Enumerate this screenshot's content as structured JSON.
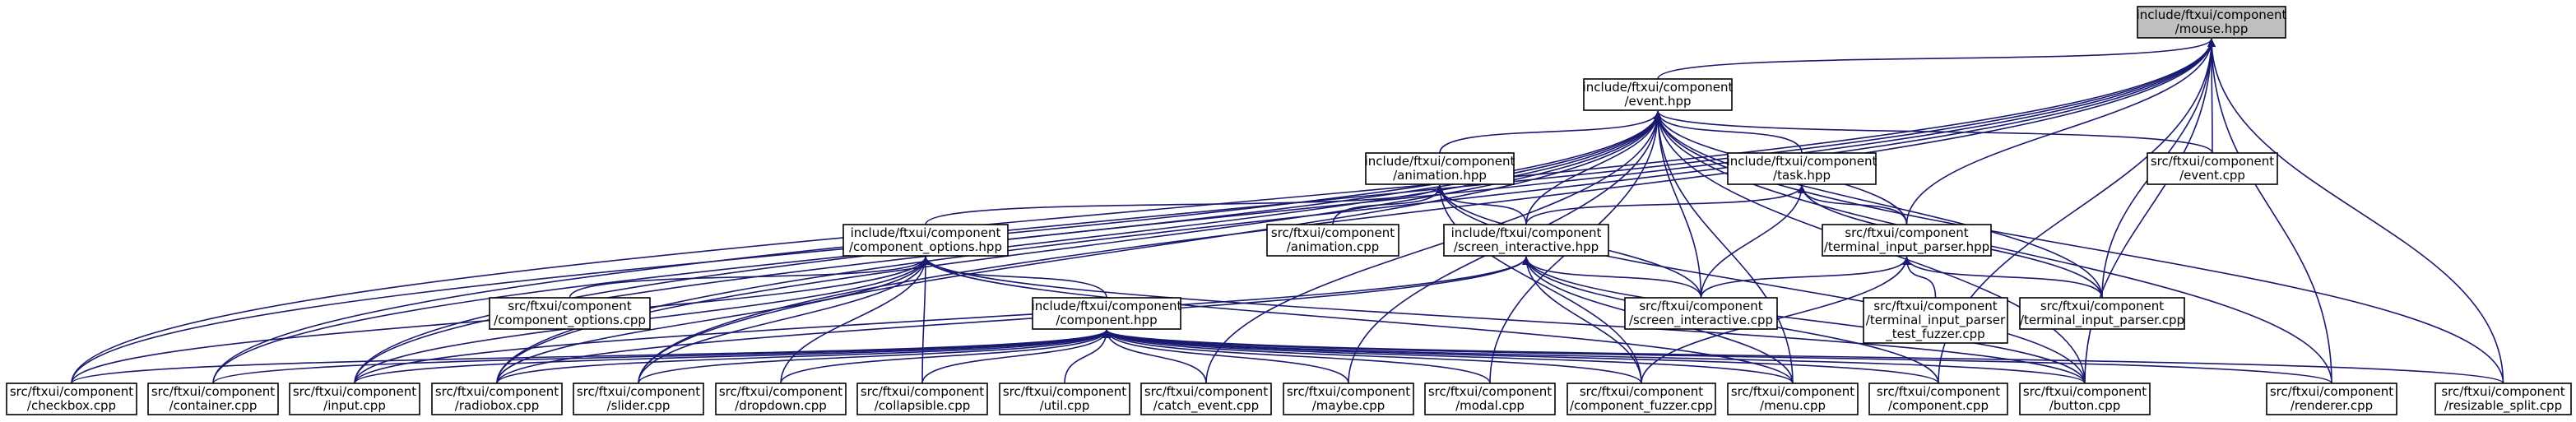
{
  "graph": {
    "edge_color": "#191970",
    "root_fill": "#bfbfbf",
    "nodes": [
      {
        "id": "mouse",
        "lines": [
          "include/ftxui/component",
          "/mouse.hpp"
        ],
        "root": true
      },
      {
        "id": "event_hpp",
        "lines": [
          "include/ftxui/component",
          "/event.hpp"
        ]
      },
      {
        "id": "animation_hpp",
        "lines": [
          "include/ftxui/component",
          "/animation.hpp"
        ]
      },
      {
        "id": "task_hpp",
        "lines": [
          "include/ftxui/component",
          "/task.hpp"
        ]
      },
      {
        "id": "event_cpp",
        "lines": [
          "src/ftxui/component",
          "/event.cpp"
        ]
      },
      {
        "id": "component_options_hpp",
        "lines": [
          "include/ftxui/component",
          "/component_options.hpp"
        ]
      },
      {
        "id": "animation_cpp",
        "lines": [
          "src/ftxui/component",
          "/animation.cpp"
        ]
      },
      {
        "id": "screen_interactive_hpp",
        "lines": [
          "include/ftxui/component",
          "/screen_interactive.hpp"
        ]
      },
      {
        "id": "terminal_input_parser_hpp",
        "lines": [
          "src/ftxui/component",
          "/terminal_input_parser.hpp"
        ]
      },
      {
        "id": "component_options_cpp",
        "lines": [
          "src/ftxui/component",
          "/component_options.cpp"
        ]
      },
      {
        "id": "component_hpp",
        "lines": [
          "include/ftxui/component",
          "/component.hpp"
        ]
      },
      {
        "id": "screen_interactive_cpp",
        "lines": [
          "src/ftxui/component",
          "/screen_interactive.cpp"
        ]
      },
      {
        "id": "tip_fuzzer",
        "lines": [
          "src/ftxui/component",
          "/terminal_input_parser",
          "_test_fuzzer.cpp"
        ]
      },
      {
        "id": "terminal_input_parser_cpp",
        "lines": [
          "src/ftxui/component",
          "/terminal_input_parser.cpp"
        ]
      },
      {
        "id": "checkbox",
        "lines": [
          "src/ftxui/component",
          "/checkbox.cpp"
        ]
      },
      {
        "id": "container",
        "lines": [
          "src/ftxui/component",
          "/container.cpp"
        ]
      },
      {
        "id": "input",
        "lines": [
          "src/ftxui/component",
          "/input.cpp"
        ]
      },
      {
        "id": "radiobox",
        "lines": [
          "src/ftxui/component",
          "/radiobox.cpp"
        ]
      },
      {
        "id": "slider",
        "lines": [
          "src/ftxui/component",
          "/slider.cpp"
        ]
      },
      {
        "id": "dropdown",
        "lines": [
          "src/ftxui/component",
          "/dropdown.cpp"
        ]
      },
      {
        "id": "collapsible",
        "lines": [
          "src/ftxui/component",
          "/collapsible.cpp"
        ]
      },
      {
        "id": "util",
        "lines": [
          "src/ftxui/component",
          "/util.cpp"
        ]
      },
      {
        "id": "catch_event",
        "lines": [
          "src/ftxui/component",
          "/catch_event.cpp"
        ]
      },
      {
        "id": "maybe",
        "lines": [
          "src/ftxui/component",
          "/maybe.cpp"
        ]
      },
      {
        "id": "modal",
        "lines": [
          "src/ftxui/component",
          "/modal.cpp"
        ]
      },
      {
        "id": "component_fuzzer",
        "lines": [
          "src/ftxui/component",
          "/component_fuzzer.cpp"
        ]
      },
      {
        "id": "menu",
        "lines": [
          "src/ftxui/component",
          "/menu.cpp"
        ]
      },
      {
        "id": "component_cpp",
        "lines": [
          "src/ftxui/component",
          "/component.cpp"
        ]
      },
      {
        "id": "button",
        "lines": [
          "src/ftxui/component",
          "/button.cpp"
        ]
      },
      {
        "id": "renderer",
        "lines": [
          "src/ftxui/component",
          "/renderer.cpp"
        ]
      },
      {
        "id": "resizable_split",
        "lines": [
          "src/ftxui/component",
          "/resizable_split.cpp"
        ]
      }
    ],
    "edges": [
      [
        "event_hpp",
        "mouse"
      ],
      [
        "event_cpp",
        "mouse"
      ],
      [
        "terminal_input_parser_hpp",
        "mouse"
      ],
      [
        "terminal_input_parser_cpp",
        "mouse"
      ],
      [
        "checkbox",
        "mouse"
      ],
      [
        "container",
        "mouse"
      ],
      [
        "input",
        "mouse"
      ],
      [
        "radiobox",
        "mouse"
      ],
      [
        "slider",
        "mouse"
      ],
      [
        "component_cpp",
        "mouse"
      ],
      [
        "button",
        "mouse"
      ],
      [
        "renderer",
        "mouse"
      ],
      [
        "resizable_split",
        "mouse"
      ],
      [
        "animation_hpp",
        "event_hpp"
      ],
      [
        "task_hpp",
        "event_hpp"
      ],
      [
        "event_cpp",
        "event_hpp"
      ],
      [
        "screen_interactive_hpp",
        "event_hpp"
      ],
      [
        "terminal_input_parser_hpp",
        "event_hpp"
      ],
      [
        "screen_interactive_cpp",
        "event_hpp"
      ],
      [
        "terminal_input_parser_cpp",
        "event_hpp"
      ],
      [
        "checkbox",
        "event_hpp"
      ],
      [
        "container",
        "event_hpp"
      ],
      [
        "input",
        "event_hpp"
      ],
      [
        "radiobox",
        "event_hpp"
      ],
      [
        "slider",
        "event_hpp"
      ],
      [
        "catch_event",
        "event_hpp"
      ],
      [
        "maybe",
        "event_hpp"
      ],
      [
        "modal",
        "event_hpp"
      ],
      [
        "menu",
        "event_hpp"
      ],
      [
        "button",
        "event_hpp"
      ],
      [
        "renderer",
        "event_hpp"
      ],
      [
        "resizable_split",
        "event_hpp"
      ],
      [
        "component_options_hpp",
        "animation_hpp"
      ],
      [
        "animation_cpp",
        "animation_hpp"
      ],
      [
        "screen_interactive_hpp",
        "animation_hpp"
      ],
      [
        "screen_interactive_cpp",
        "animation_hpp"
      ],
      [
        "component_fuzzer",
        "animation_hpp"
      ],
      [
        "button",
        "animation_hpp"
      ],
      [
        "screen_interactive_hpp",
        "task_hpp"
      ],
      [
        "terminal_input_parser_hpp",
        "task_hpp"
      ],
      [
        "screen_interactive_cpp",
        "task_hpp"
      ],
      [
        "terminal_input_parser_cpp",
        "task_hpp"
      ],
      [
        "component_options_cpp",
        "component_options_hpp"
      ],
      [
        "component_hpp",
        "component_options_hpp"
      ],
      [
        "checkbox",
        "component_options_hpp"
      ],
      [
        "input",
        "component_options_hpp"
      ],
      [
        "radiobox",
        "component_options_hpp"
      ],
      [
        "slider",
        "component_options_hpp"
      ],
      [
        "dropdown",
        "component_options_hpp"
      ],
      [
        "collapsible",
        "component_options_hpp"
      ],
      [
        "menu",
        "component_options_hpp"
      ],
      [
        "button",
        "component_options_hpp"
      ],
      [
        "screen_interactive_cpp",
        "screen_interactive_hpp"
      ],
      [
        "input",
        "screen_interactive_hpp"
      ],
      [
        "radiobox",
        "screen_interactive_hpp"
      ],
      [
        "component_fuzzer",
        "screen_interactive_hpp"
      ],
      [
        "menu",
        "screen_interactive_hpp"
      ],
      [
        "component_cpp",
        "screen_interactive_hpp"
      ],
      [
        "button",
        "screen_interactive_hpp"
      ],
      [
        "screen_interactive_cpp",
        "terminal_input_parser_hpp"
      ],
      [
        "tip_fuzzer",
        "terminal_input_parser_hpp"
      ],
      [
        "terminal_input_parser_cpp",
        "terminal_input_parser_hpp"
      ],
      [
        "component_fuzzer",
        "terminal_input_parser_hpp"
      ],
      [
        "checkbox",
        "component_hpp"
      ],
      [
        "container",
        "component_hpp"
      ],
      [
        "input",
        "component_hpp"
      ],
      [
        "radiobox",
        "component_hpp"
      ],
      [
        "slider",
        "component_hpp"
      ],
      [
        "dropdown",
        "component_hpp"
      ],
      [
        "collapsible",
        "component_hpp"
      ],
      [
        "util",
        "component_hpp"
      ],
      [
        "catch_event",
        "component_hpp"
      ],
      [
        "maybe",
        "component_hpp"
      ],
      [
        "modal",
        "component_hpp"
      ],
      [
        "component_fuzzer",
        "component_hpp"
      ],
      [
        "menu",
        "component_hpp"
      ],
      [
        "component_cpp",
        "component_hpp"
      ],
      [
        "button",
        "component_hpp"
      ],
      [
        "renderer",
        "component_hpp"
      ],
      [
        "resizable_split",
        "component_hpp"
      ]
    ]
  }
}
